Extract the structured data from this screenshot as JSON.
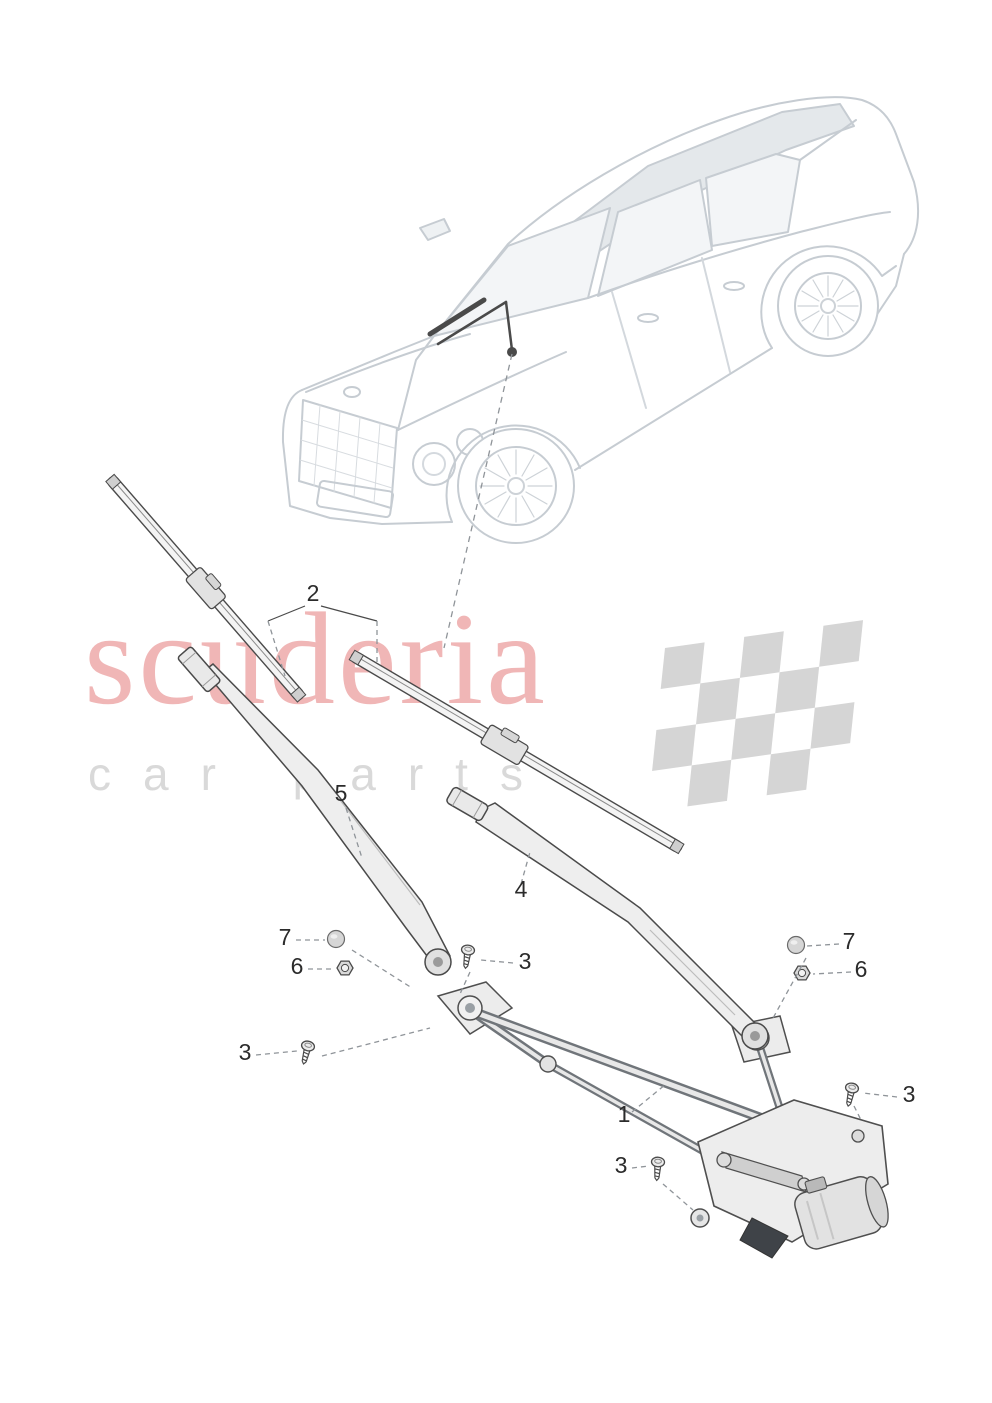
{
  "watermark": {
    "brand_text": "scuderia",
    "subtitle_text": "car parts",
    "brand_color": "#f0b6b6",
    "subtitle_color": "#d9d9d9",
    "checker_color": "#d5d5d5"
  },
  "callouts": [
    {
      "text": "2",
      "target": "wiper-blades"
    },
    {
      "text": "5",
      "target": "wiper-arm-left"
    },
    {
      "text": "4",
      "target": "wiper-arm-right"
    },
    {
      "text": "7",
      "target": "cap-left"
    },
    {
      "text": "6",
      "target": "nut-left"
    },
    {
      "text": "7",
      "target": "cap-right"
    },
    {
      "text": "6",
      "target": "nut-right"
    },
    {
      "text": "3",
      "target": "screw-upper-left"
    },
    {
      "text": "3",
      "target": "screw-left"
    },
    {
      "text": "1",
      "target": "wiper-linkage-with-motor"
    },
    {
      "text": "3",
      "target": "screw-right"
    },
    {
      "text": "3",
      "target": "screw-bottom"
    }
  ]
}
